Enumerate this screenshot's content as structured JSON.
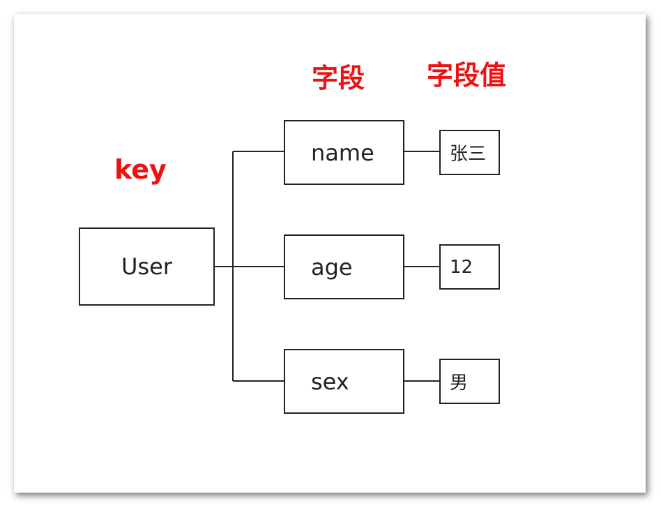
{
  "headings": {
    "key": "key",
    "field": "字段",
    "value": "字段值"
  },
  "key": "User",
  "fields": [
    {
      "name": "name",
      "value": "张三"
    },
    {
      "name": "age",
      "value": "12"
    },
    {
      "name": "sex",
      "value": "男"
    }
  ],
  "colors": {
    "heading": "#ee1111",
    "stroke": "#222222"
  }
}
